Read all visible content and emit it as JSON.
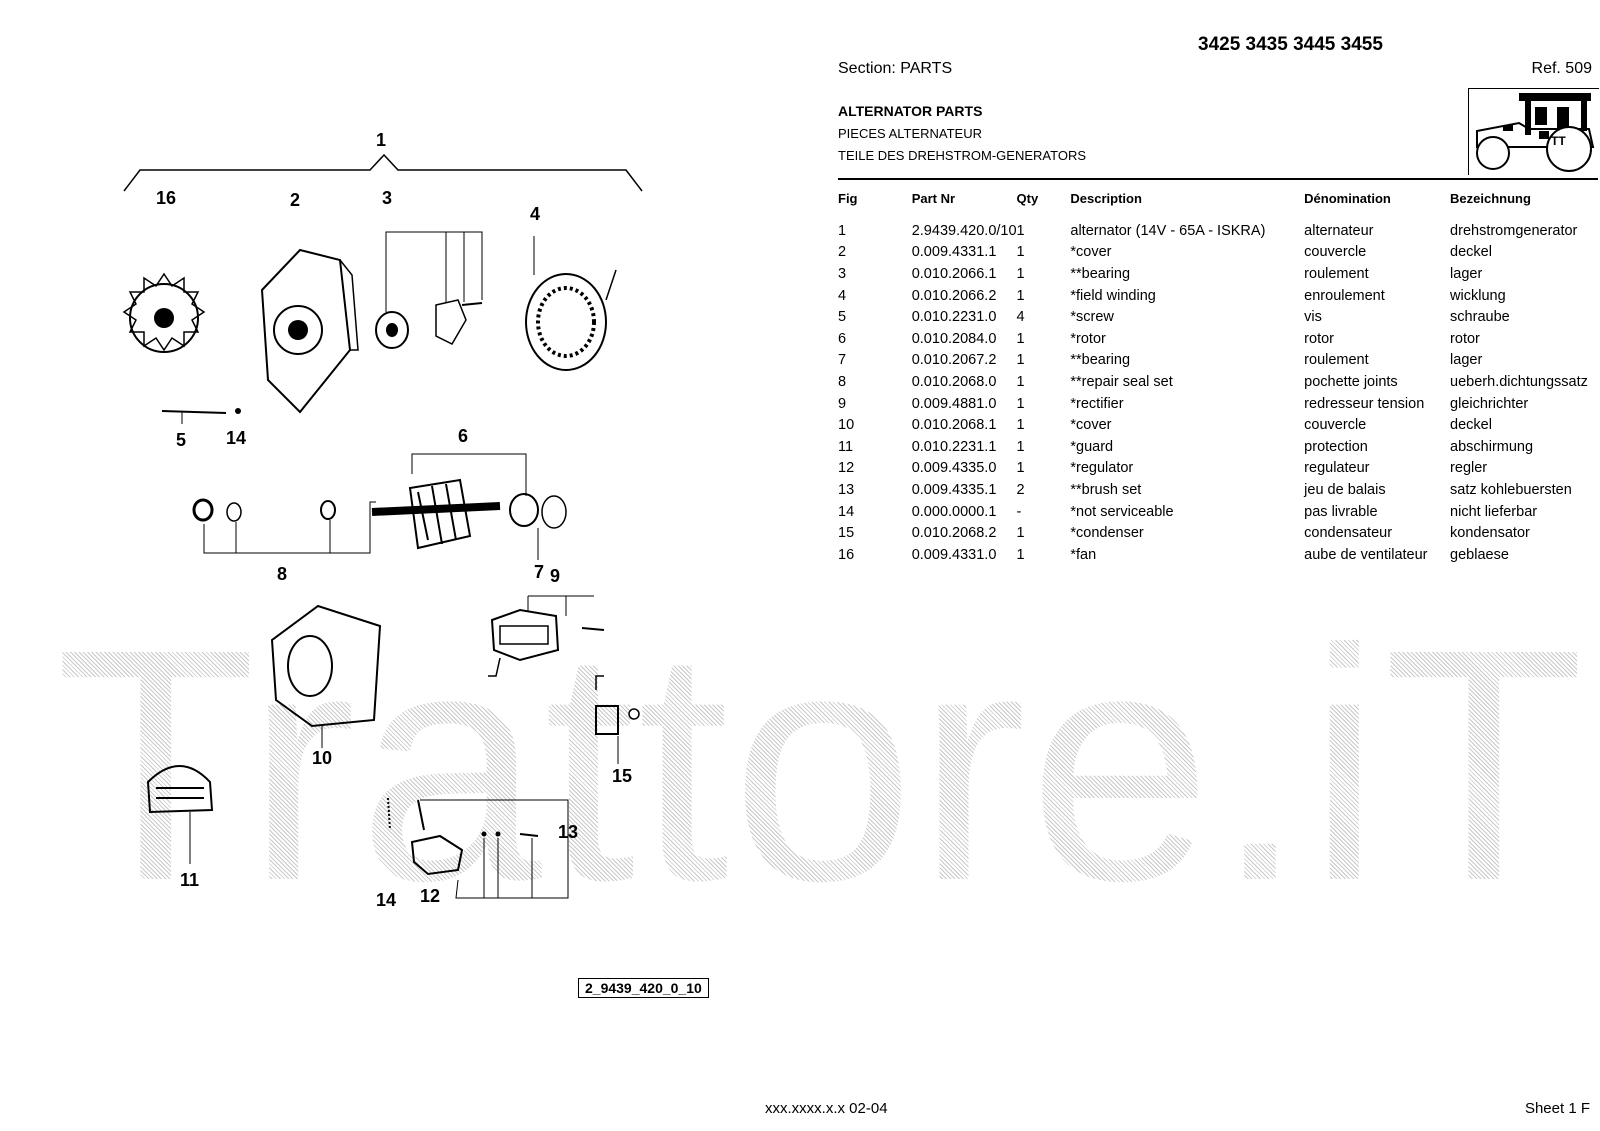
{
  "watermark": "Trattore.iT",
  "header": {
    "models": "3425 3435 3445 3455",
    "section": "Section: PARTS",
    "ref": "Ref. 509",
    "title_en": "ALTERNATOR PARTS",
    "title_fr": "PIECES ALTERNATEUR",
    "title_de": "TEILE DES DREHSTROM-GENERATORS"
  },
  "table": {
    "columns": [
      "Fig",
      "Part Nr",
      "Qty",
      "Description",
      "Dénomination",
      "Bezeichnung"
    ],
    "rows": [
      [
        "1",
        "2.9439.420.0/10",
        "1",
        "alternator (14V - 65A - ISKRA)",
        "alternateur",
        "drehstromgenerator"
      ],
      [
        "2",
        "0.009.4331.1",
        "1",
        "*cover",
        "couvercle",
        "deckel"
      ],
      [
        "3",
        "0.010.2066.1",
        "1",
        "**bearing",
        "roulement",
        "lager"
      ],
      [
        "4",
        "0.010.2066.2",
        "1",
        "*field winding",
        "enroulement",
        "wicklung"
      ],
      [
        "5",
        "0.010.2231.0",
        "4",
        "*screw",
        "vis",
        "schraube"
      ],
      [
        "6",
        "0.010.2084.0",
        "1",
        "*rotor",
        "rotor",
        "rotor"
      ],
      [
        "7",
        "0.010.2067.2",
        "1",
        "**bearing",
        "roulement",
        "lager"
      ],
      [
        "8",
        "0.010.2068.0",
        "1",
        "**repair seal set",
        "pochette joints",
        "ueberh.dichtungssatz"
      ],
      [
        "9",
        "0.009.4881.0",
        "1",
        "*rectifier",
        "redresseur tension",
        "gleichrichter"
      ],
      [
        "10",
        "0.010.2068.1",
        "1",
        "*cover",
        "couvercle",
        "deckel"
      ],
      [
        "11",
        "0.010.2231.1",
        "1",
        "*guard",
        "protection",
        "abschirmung"
      ],
      [
        "12",
        "0.009.4335.0",
        "1",
        "*regulator",
        "regulateur",
        "regler"
      ],
      [
        "13",
        "0.009.4335.1",
        "2",
        "**brush set",
        "jeu de balais",
        "satz kohlebuersten"
      ],
      [
        "14",
        "0.000.0000.1",
        "-",
        "*not serviceable",
        "pas livrable",
        "nicht lieferbar"
      ],
      [
        "15",
        "0.010.2068.2",
        "1",
        "*condenser",
        "condensateur",
        "kondensator"
      ],
      [
        "16",
        "0.009.4331.0",
        "1",
        "*fan",
        "aube de ventilateur",
        "geblaese"
      ]
    ]
  },
  "diagram": {
    "callouts": [
      "1",
      "16",
      "2",
      "3",
      "4",
      "5",
      "14",
      "6",
      "8",
      "7",
      "9",
      "10",
      "15",
      "11",
      "14",
      "12",
      "13"
    ],
    "part_code": "2_9439_420_0_10"
  },
  "footer": {
    "code": "xxx.xxxx.x.x  02-04",
    "sheet": "Sheet 1 F"
  }
}
